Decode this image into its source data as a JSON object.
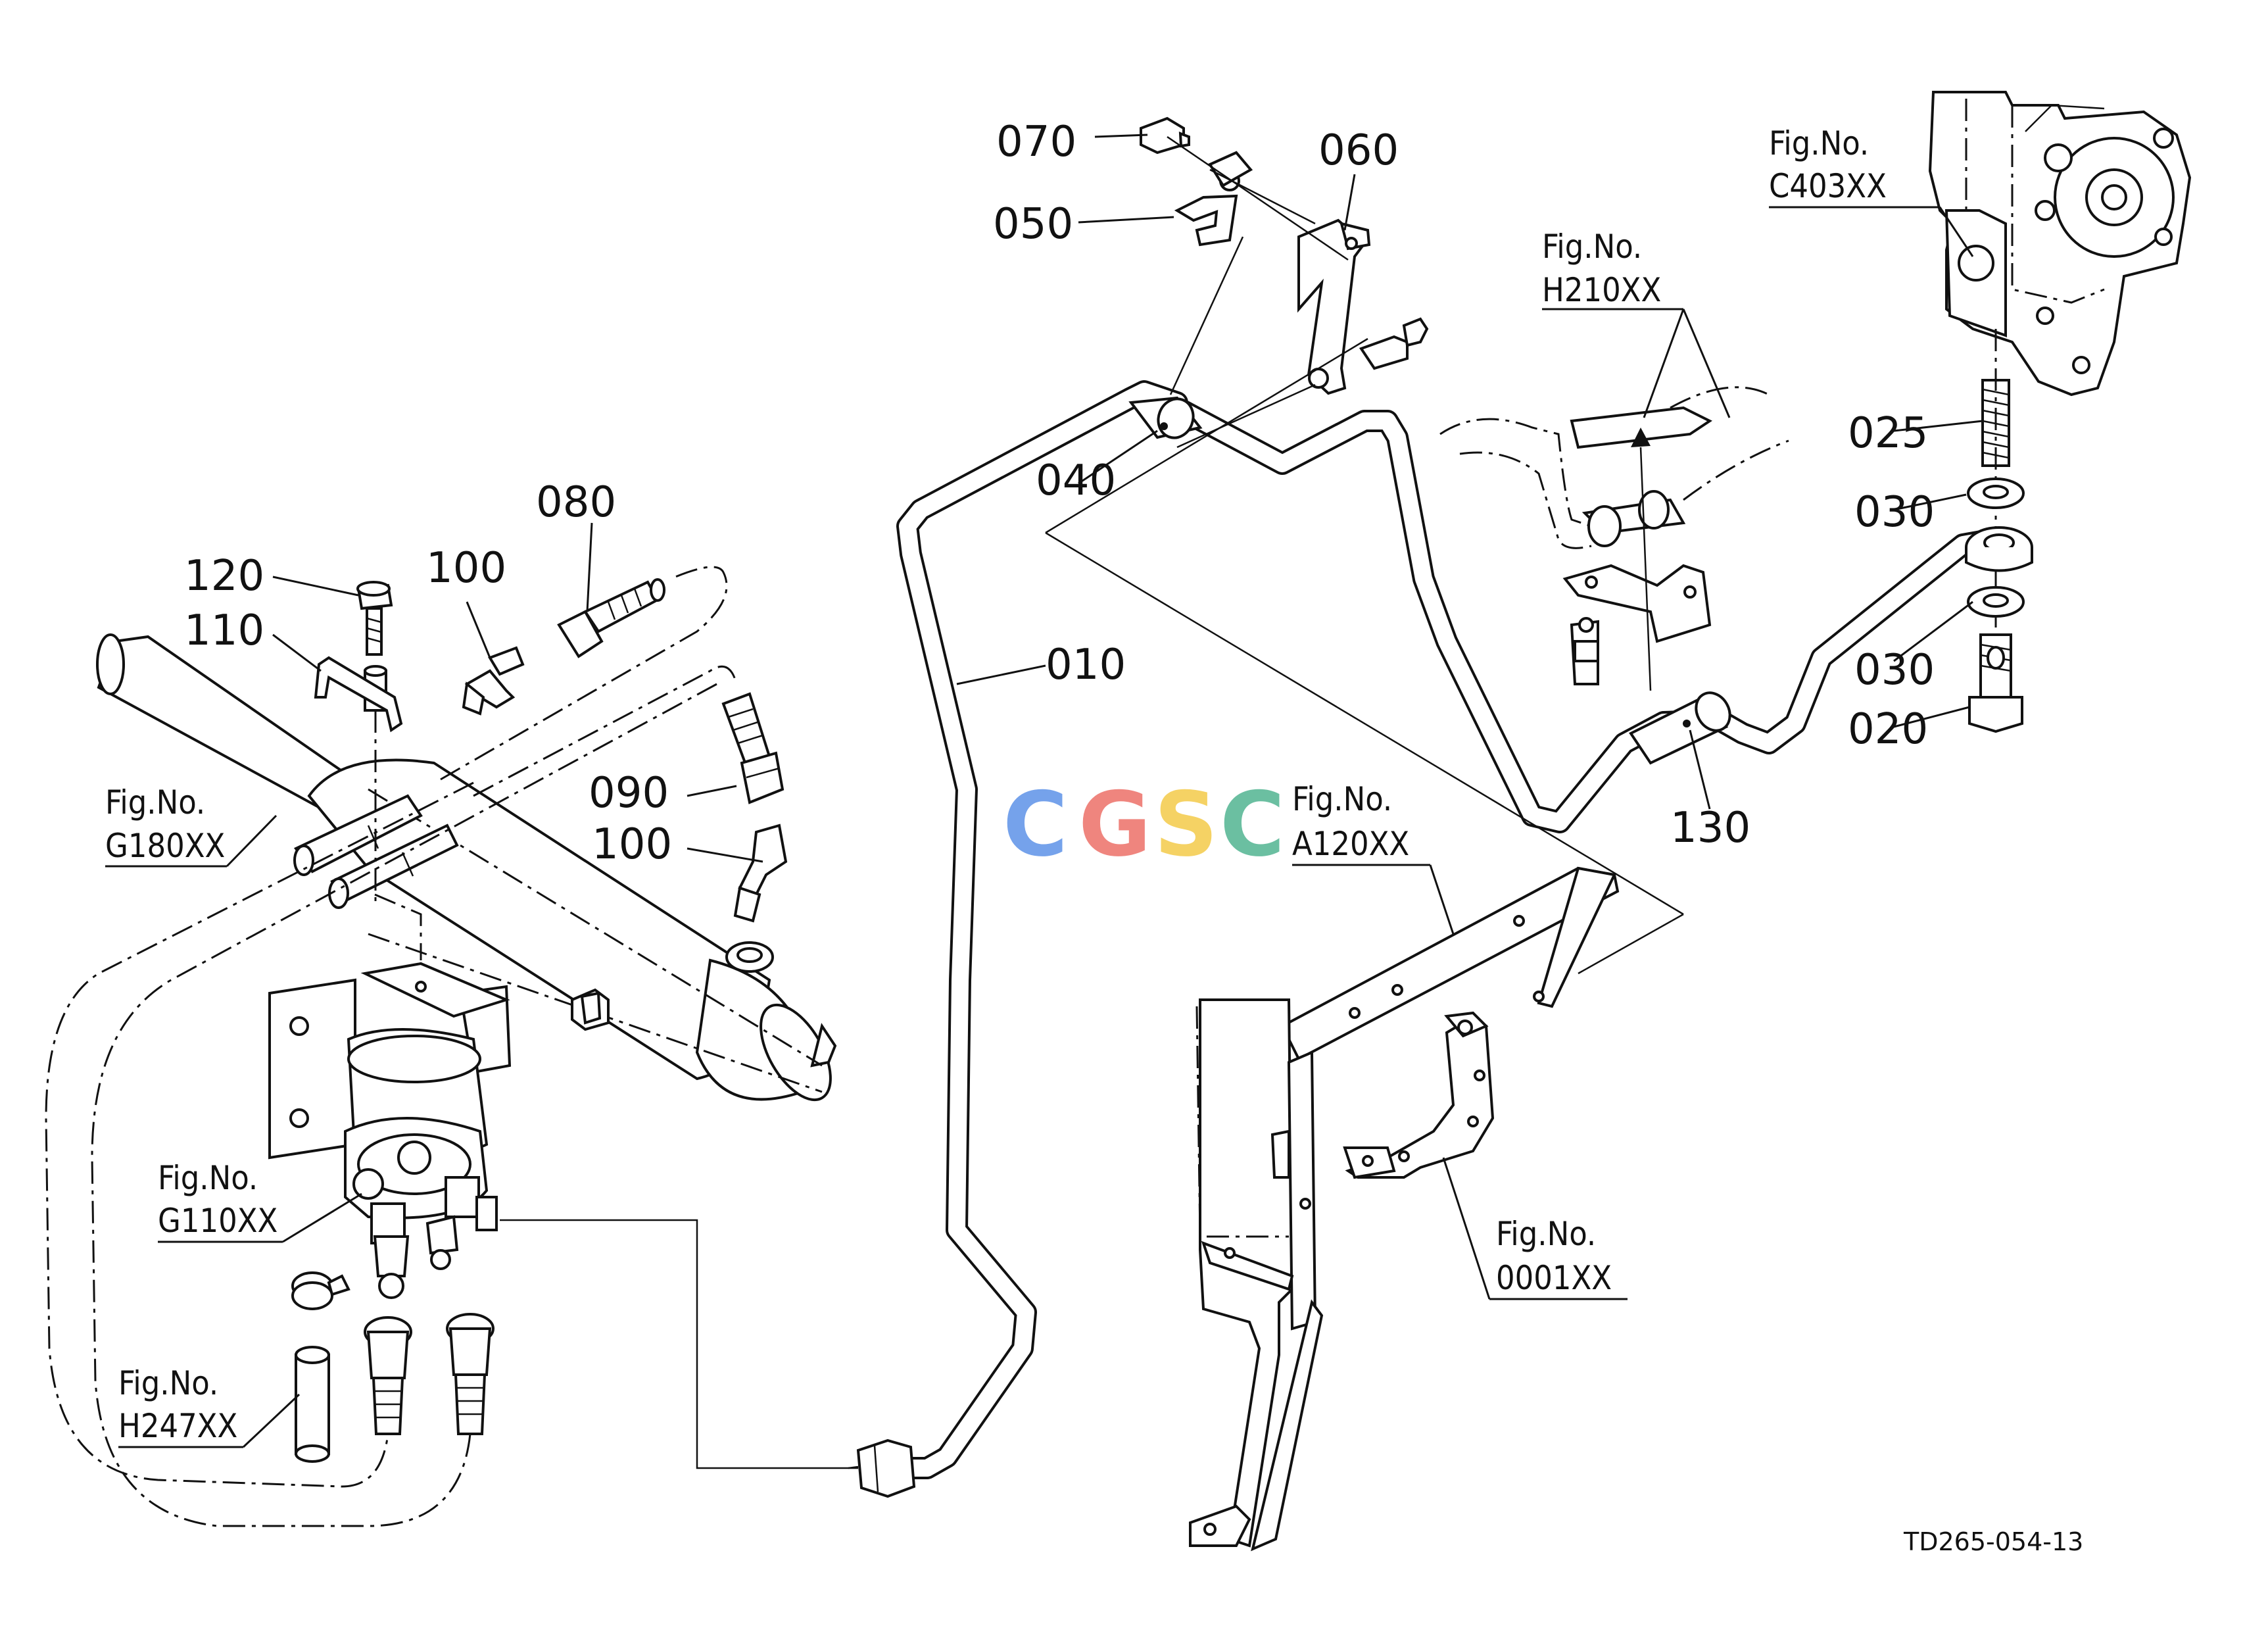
{
  "callouts": {
    "p010": "010",
    "p020": "020",
    "p025": "025",
    "p030a": "030",
    "p030b": "030",
    "p040": "040",
    "p050": "050",
    "p060": "060",
    "p070": "070",
    "p080": "080",
    "p090": "090",
    "p100a": "100",
    "p100b": "100",
    "p110": "110",
    "p120": "120",
    "p130": "130"
  },
  "figure_refs": {
    "fig_prefix": "Fig.No.",
    "c403": "C403XX",
    "h210": "H210XX",
    "a120": "A120XX",
    "g180": "G180XX",
    "g110": "G110XX",
    "h247": "H247XX",
    "x0001": "0001XX"
  },
  "watermark": {
    "letters": [
      "C",
      "G",
      "S",
      "C"
    ],
    "colors": [
      "#6a9bea",
      "#ee7b74",
      "#f5cf57",
      "#5fba9a"
    ]
  },
  "drawing_number": "TD265-054-13"
}
